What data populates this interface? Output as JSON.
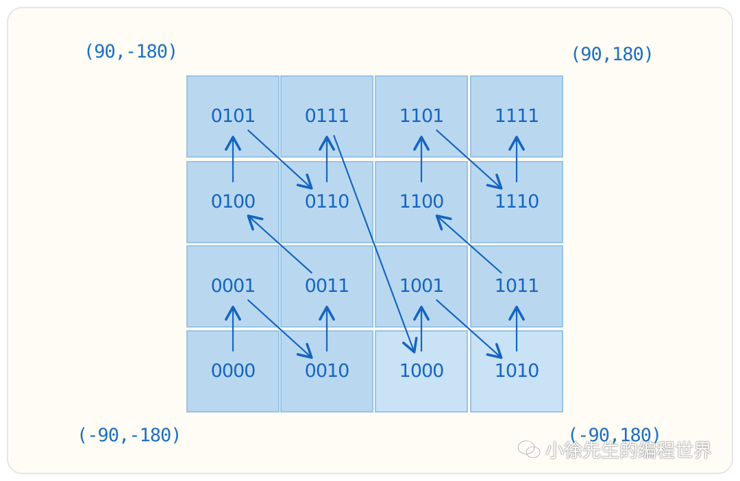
{
  "corners": {
    "top_left": "(90,-180)",
    "top_right": "(90,180)",
    "bottom_left": "(-90,-180)",
    "bottom_right": "(-90,180)"
  },
  "grid": {
    "rows": [
      [
        "0101",
        "0111",
        "1101",
        "1111"
      ],
      [
        "0100",
        "0110",
        "1100",
        "1110"
      ],
      [
        "0001",
        "0011",
        "1001",
        "1011"
      ],
      [
        "0000",
        "0010",
        "1000",
        "1010"
      ]
    ]
  },
  "traversal_order": [
    "0000",
    "0001",
    "0010",
    "0011",
    "0100",
    "0101",
    "0110",
    "0111",
    "1000",
    "1001",
    "1010",
    "1011",
    "1100",
    "1101",
    "1110",
    "1111"
  ],
  "colors": {
    "cell_fill": "#b9d8f0",
    "cell_fill_light": "#c9e2f6",
    "cell_border": "#97c3e8",
    "ink": "#1565c0",
    "background": "#fefcf5"
  },
  "watermark": {
    "text": "小徐先生的编程世界",
    "icon": "wechat-icon"
  }
}
